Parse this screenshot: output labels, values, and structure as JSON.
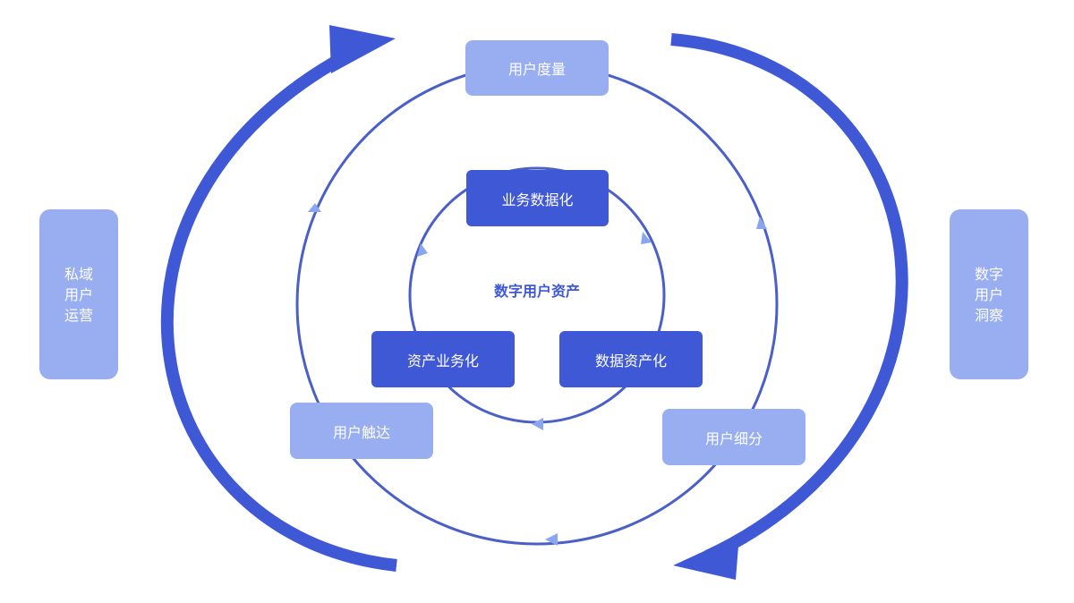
{
  "colors": {
    "dark_blue": "#3f58d6",
    "light_blue": "#98aef0",
    "ring_line": "#4a5fc8",
    "arrow_head_light": "#8aa6ef"
  },
  "outer_ring": {
    "top": "用户度量",
    "right": "用户细分",
    "left": "用户触达"
  },
  "inner_ring": {
    "center": "数字用户资产",
    "top": "业务数据化",
    "right": "数据资产化",
    "left": "资产业务化"
  },
  "sides": {
    "left": [
      "私域",
      "用户",
      "运营"
    ],
    "right": [
      "数字",
      "用户",
      "洞察"
    ]
  }
}
